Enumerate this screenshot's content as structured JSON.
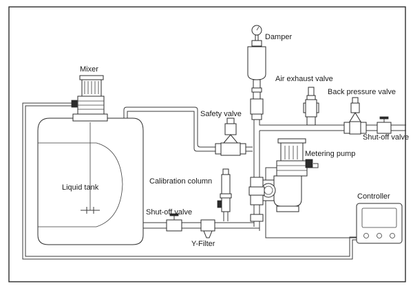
{
  "diagram": {
    "labels": {
      "damper": "Damper",
      "mixer": "Mixer",
      "air_exhaust_valve": "Air exhaust valve",
      "back_pressure_valve": "Back pressure valve",
      "safety_valve": "Safety valve",
      "shutoff_valve_right": "Shut-off valve",
      "metering_pump": "Metering pump",
      "liquid_tank": "Liquid tank",
      "calibration_column": "Calibration column",
      "controller": "Controller",
      "shutoff_valve_left": "Shut-off valve",
      "y_filter": "Y-Filter"
    },
    "colors": {
      "line": "#3a3a3a",
      "frame": "#2a2a2a",
      "background": "#ffffff",
      "motor_dark": "#2b2b2b"
    },
    "icons": [
      "mixer-motor-icon",
      "pressure-gauge-icon",
      "pump-motor-icon",
      "valve-icon",
      "controller-icon"
    ]
  }
}
